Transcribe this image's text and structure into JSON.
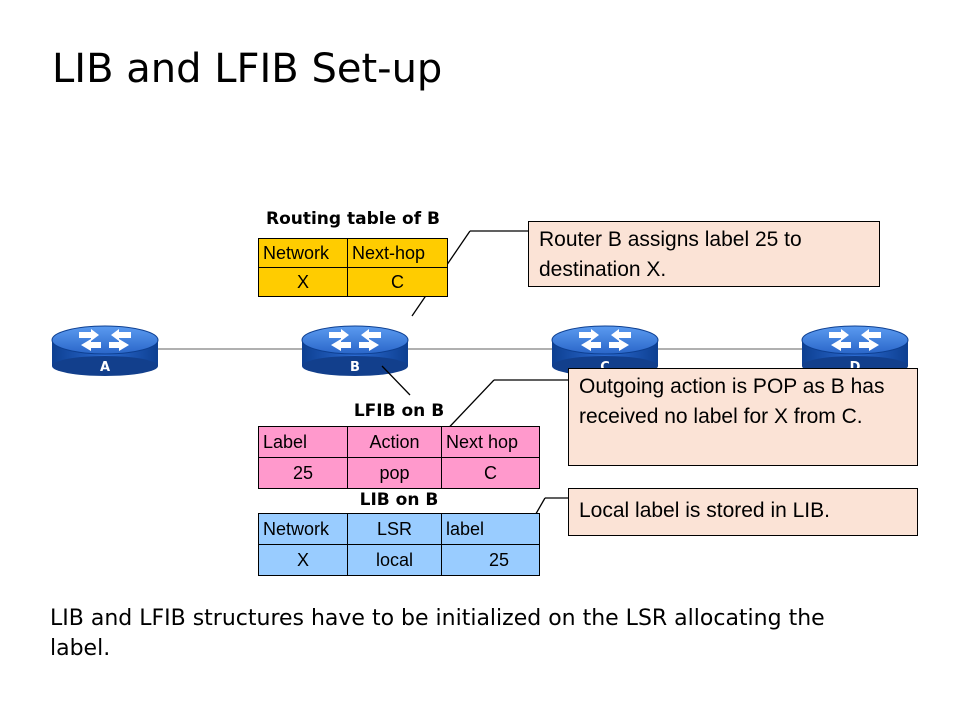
{
  "slide": {
    "title": "LIB and LFIB Set-up",
    "caption": "LIB and LFIB structures have to be initialized on the LSR allocating the label."
  },
  "routers": [
    {
      "label": "A"
    },
    {
      "label": "B"
    },
    {
      "label": "C"
    },
    {
      "label": "D"
    }
  ],
  "routing_table": {
    "title": "Routing table of B",
    "headers": [
      "Network",
      "Next-hop"
    ],
    "row": [
      "X",
      "C"
    ]
  },
  "lfib": {
    "title": "LFIB on B",
    "headers": [
      "Label",
      "Action",
      "Next hop"
    ],
    "row": [
      "25",
      "pop",
      "C"
    ]
  },
  "lib": {
    "title": "LIB on B",
    "headers": [
      "Network",
      "LSR",
      "label"
    ],
    "row": [
      "X",
      "local",
      "25"
    ]
  },
  "callouts": {
    "assign": "Router B assigns label 25 to destination X.",
    "pop": "Outgoing action is POP as B has received no label for X from C.",
    "local": "Local label is stored in LIB."
  },
  "colors": {
    "routing_table": "#ffcc00",
    "lfib": "#ff99cc",
    "lib": "#99ccff",
    "callout": "#fbe3d6",
    "router": "#1f5fc4"
  }
}
